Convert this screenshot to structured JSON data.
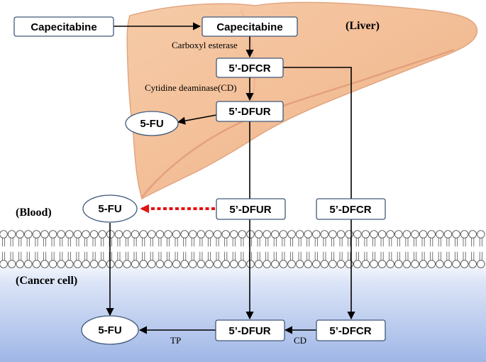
{
  "regions": {
    "liver": "(Liver)",
    "blood": "(Blood)",
    "cancer_cell": "(Cancer cell)"
  },
  "nodes": {
    "capecitabine_outside": "Capecitabine",
    "capecitabine_liver": "Capecitabine",
    "dfcr_liver": "5’-DFCR",
    "dfur_liver": "5’-DFUR",
    "fu_liver": "5-FU",
    "fu_blood": "5-FU",
    "dfur_blood": "5’-DFUR",
    "dfcr_blood": "5’-DFCR",
    "fu_cell": "5-FU",
    "dfur_cell": "5’-DFUR",
    "dfcr_cell": "5’-DFCR"
  },
  "enzymes": {
    "carboxyl_esterase": "Carboxyl esterase",
    "cytidine_deaminase": "Cytidine deaminase(CD)",
    "tp": "TP",
    "cd": "CD"
  },
  "colors": {
    "liver_fill": "#f3bf97",
    "liver_shade": "#e8a07c",
    "cell_top": "#ffffff",
    "cell_bottom": "#9fb6e6",
    "membrane_head": "#ffffff",
    "dashed_arrow": "#e81010"
  }
}
